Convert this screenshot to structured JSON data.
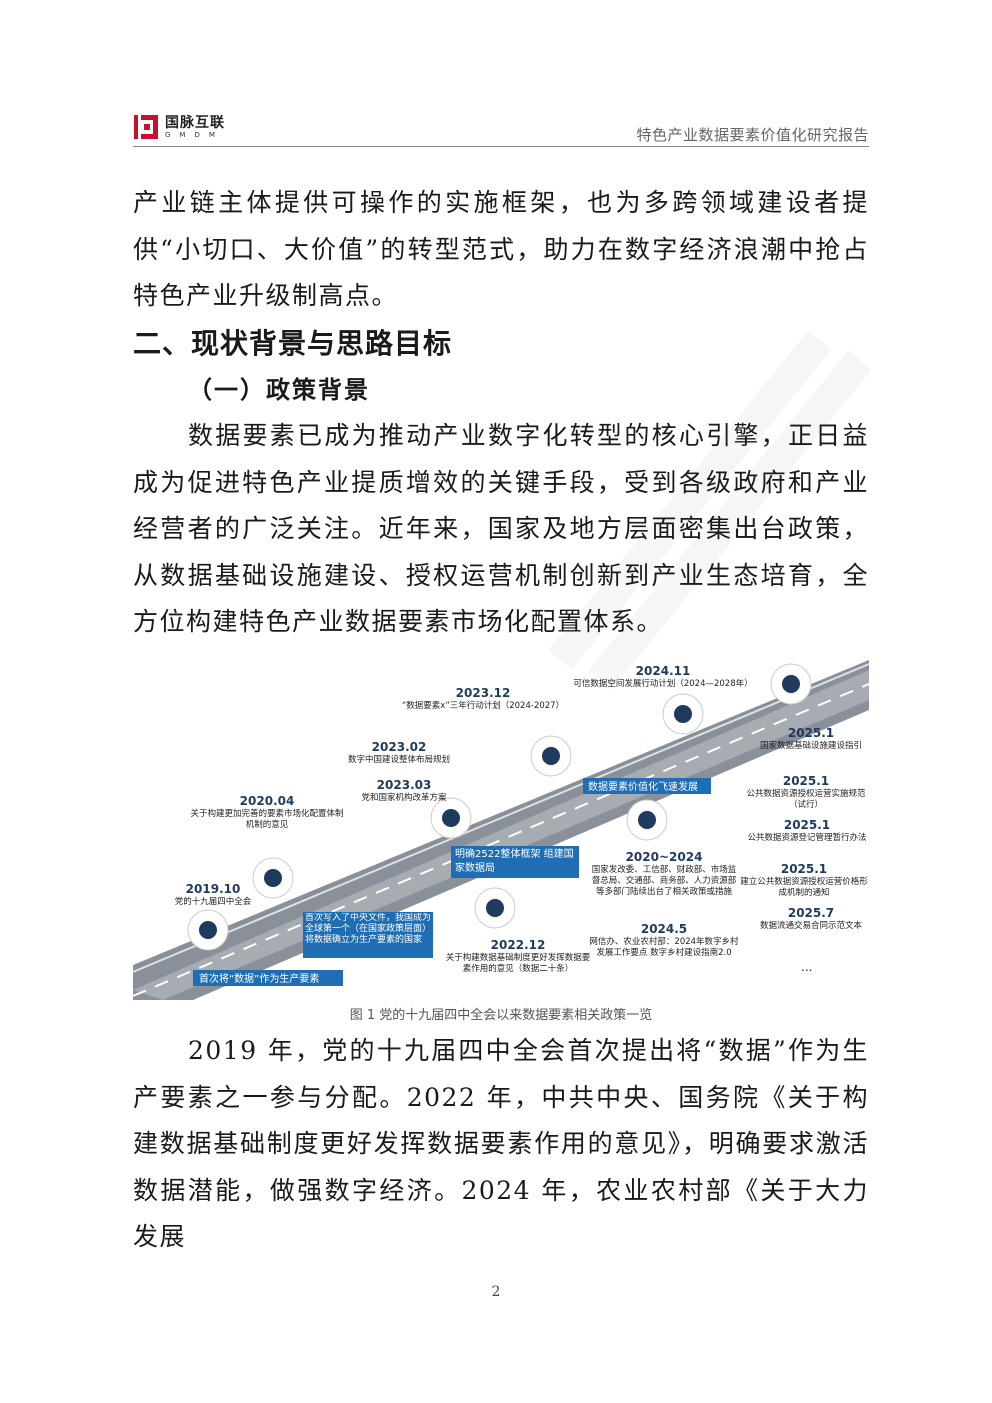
{
  "header": {
    "logo_cn": "国脉互联",
    "logo_en": "GMDM",
    "report_title": "特色产业数据要素价值化研究报告"
  },
  "paragraphs": [
    "产业链主体提供可操作的实施框架，也为多跨领域建设者提供“小切口、大价值”的转型范式，助力在数字经济浪潮中抢占特色产业升级制高点。",
    "数据要素已成为推动产业数字化转型的核心引擎，正日益成为促进特色产业提质增效的关键手段，受到各级政府和产业经营者的广泛关注。近年来，国家及地方层面密集出台政策，从数据基础设施建设、授权运营机制创新到产业生态培育，全方位构建特色产业数据要素市场化配置体系。",
    "2019 年，党的十九届四中全会首次提出将“数据”作为生产要素之一参与分配。2022 年，中共中央、国务院《关于构建数据基础制度更好发挥数据要素作用的意见》，明确要求激活数据潜能，做强数字经济。2024 年，农业农村部《关于大力发展"
  ],
  "headings": {
    "h2": "二、现状背景与思路目标",
    "h3": "（一）政策背景"
  },
  "figure": {
    "caption": "图 1 党的十九届四中全会以来数据要素相关政策一览",
    "events": [
      {
        "date": "2019.10",
        "text": "党的十九届四中全会"
      },
      {
        "date": "2020.04",
        "text": "关于构建更加完善的要素市场化配置体制机制的意见"
      },
      {
        "date": "2023.03",
        "text": "党和国家机构改革方案"
      },
      {
        "date": "2023.02",
        "text": "数字中国建设整体布局规划"
      },
      {
        "date": "2023.12",
        "text": "“数据要素x”三年行动计划（2024-2027）"
      },
      {
        "date": "2024.11",
        "text": "可信数据空间发展行动计划（2024—2028年）"
      },
      {
        "date": "2022.12",
        "text": "关于构建数据基础制度更好发挥数据要素作用的意见（数据二十条）"
      },
      {
        "date": "2020~2024",
        "text": "国家发改委、工信部、财政部、市场监督总局、交通部、商务部、人力资源部等多部门陆续出台了相关政策或措施"
      },
      {
        "date": "2024.5",
        "text": "网信办、农业农村部：2024年数字乡村发展工作要点 数字乡村建设指南2.0"
      },
      {
        "date": "2025.1",
        "text": "国家数据基础设施建设指引"
      },
      {
        "date": "2025.1",
        "text": "公共数据资源授权运营实施规范（试行）"
      },
      {
        "date": "2025.1",
        "text": "公共数据资源登记管理暂行办法"
      },
      {
        "date": "2025.1",
        "text": "建立公共数据资源授权运营价格形成机制的通知"
      },
      {
        "date": "2025.7",
        "text": "数据流通交易合同示范文本"
      }
    ],
    "ellipsis": "...",
    "banners": [
      "首次将“数据”作为生产要素",
      "首次写入了中央文件，我国成为全球第一个（在国家政策层面）将数据确立为生产要素的国家",
      "明确2522整体框架 组建国家数据局",
      "数据要素价值化飞速发展"
    ],
    "colors": {
      "road": "#8a9099",
      "banner": "#1e6db5",
      "date": "#1f3a5f",
      "pin": "#1e6db5"
    }
  },
  "page_number": "2"
}
